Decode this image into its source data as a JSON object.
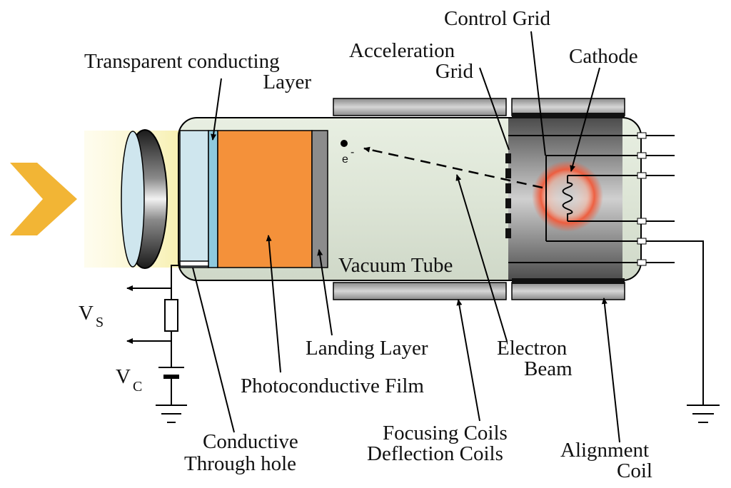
{
  "labels": {
    "transparent_layer_line1": "Transparent conducting",
    "transparent_layer_line2": "Layer",
    "acceleration_grid_line1": "Acceleration",
    "acceleration_grid_line2": "Grid",
    "control_grid": "Control Grid",
    "cathode": "Cathode",
    "vacuum_tube": "Vacuum Tube",
    "landing_layer": "Landing Layer",
    "electron_beam_line1": "Electron",
    "electron_beam_line2": "Beam",
    "photoconductive_film": "Photoconductive Film",
    "conductive_hole_line1": "Conductive",
    "conductive_hole_line2": "Through hole",
    "focusing_coils": "Focusing Coils",
    "deflection_coils": "Deflection Coils",
    "alignment_coil_line1": "Alignment",
    "alignment_coil_line2": "Coil",
    "vs_main": "V",
    "vs_sub": "S",
    "vc_main": "V",
    "vc_sub": "C",
    "electron_symbol": "e",
    "electron_charge": "-"
  },
  "colors": {
    "light_beam": "#f7f0b0",
    "arrow": "#f2b535",
    "faceplate": "#cfe6ee",
    "conducting_layer": "#8ec9dd",
    "photoconductive_film": "#f4913a",
    "landing_layer": "#8c8c8c",
    "tube_glass": "#e4ecdf",
    "coil": "#a8a8a8",
    "cathode_glow": "#f05a3a"
  }
}
